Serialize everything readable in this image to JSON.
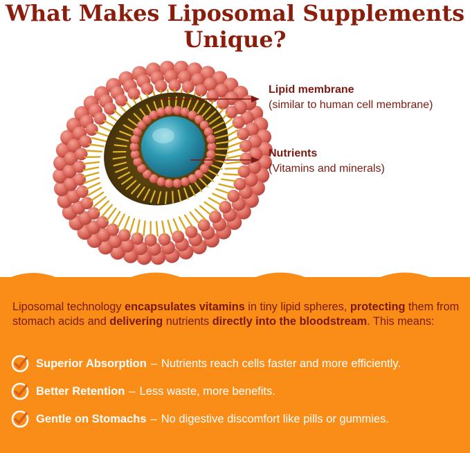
{
  "title": {
    "line1": "What Makes Liposomal Supplements",
    "line2": "Unique?"
  },
  "diagram": {
    "labels": [
      {
        "main": "Lipid membrane",
        "sub": "(similar to human cell membrane)"
      },
      {
        "main": "Nutrients",
        "sub": "(Vitamins and minerals)"
      }
    ]
  },
  "intro": {
    "segments": [
      {
        "text": "Liposomal technology ",
        "bold": false
      },
      {
        "text": "encapsulates vitamins",
        "bold": true
      },
      {
        "text": " in tiny lipid spheres, ",
        "bold": false
      },
      {
        "text": "protecting",
        "bold": true
      },
      {
        "text": " them from stomach acids and ",
        "bold": false
      },
      {
        "text": "delivering",
        "bold": true
      },
      {
        "text": " nutrients ",
        "bold": false
      },
      {
        "text": "directly into the bloodstream",
        "bold": true
      },
      {
        "text": ". This means:",
        "bold": false
      }
    ]
  },
  "benefits": [
    {
      "title": "Superior Absorption",
      "desc": "Nutrients reach cells faster and more efficiently."
    },
    {
      "title": "Better Retention",
      "desc": "Less waste, more benefits."
    },
    {
      "title": "Gentle on Stomachs",
      "desc": "No digestive discomfort like pills or gummies."
    }
  ],
  "colors": {
    "title": "#8a1d0c",
    "label_text": "#7a1a10",
    "orange_band": "#fa8c18",
    "head_sphere": "#de6a5e",
    "lipid_tail": "#d9a520",
    "nutrient_core": "#2f9bb4",
    "check_ring": "#ffffff",
    "check_mark": "#d9611a"
  },
  "icons": {
    "benefit_marker": "check-circle-icon"
  }
}
